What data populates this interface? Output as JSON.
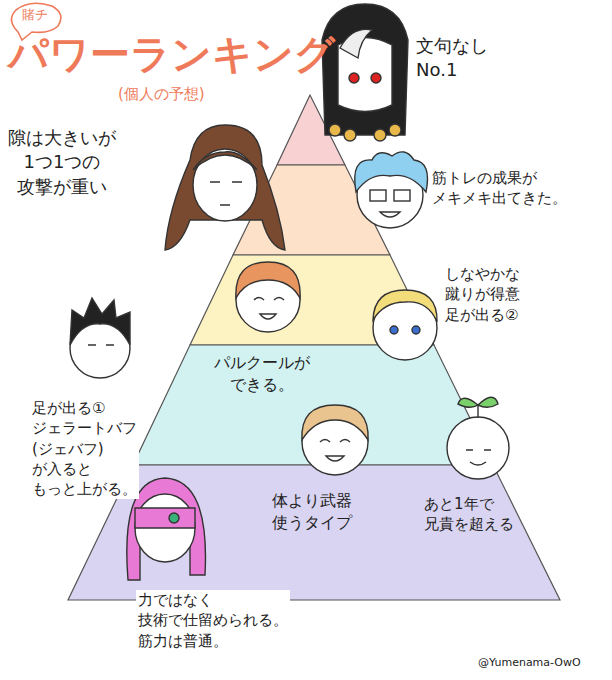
{
  "diagram": {
    "title": "パワーランキング",
    "labels": [
      "賭チ",
      "(個人の予想)",
      "文句なし No.1",
      "隙は大きいが 1つ1つの 攻撃が重い",
      "筋トレの成果が メキメキ出てきた。",
      "しなやかな 蹴りが得意 足が出る②",
      "パルクールが できる。",
      "足が出る① ジェラートバフ (ジェバフ)が入ると もっと上がる。",
      "体より武器 使うタイプ",
      "あと1年で 兄貴を超える",
      "力ではなく 技術で仕留められる。 筋力は普通。",
      "@Yumenama-OwO"
    ]
  }
}
